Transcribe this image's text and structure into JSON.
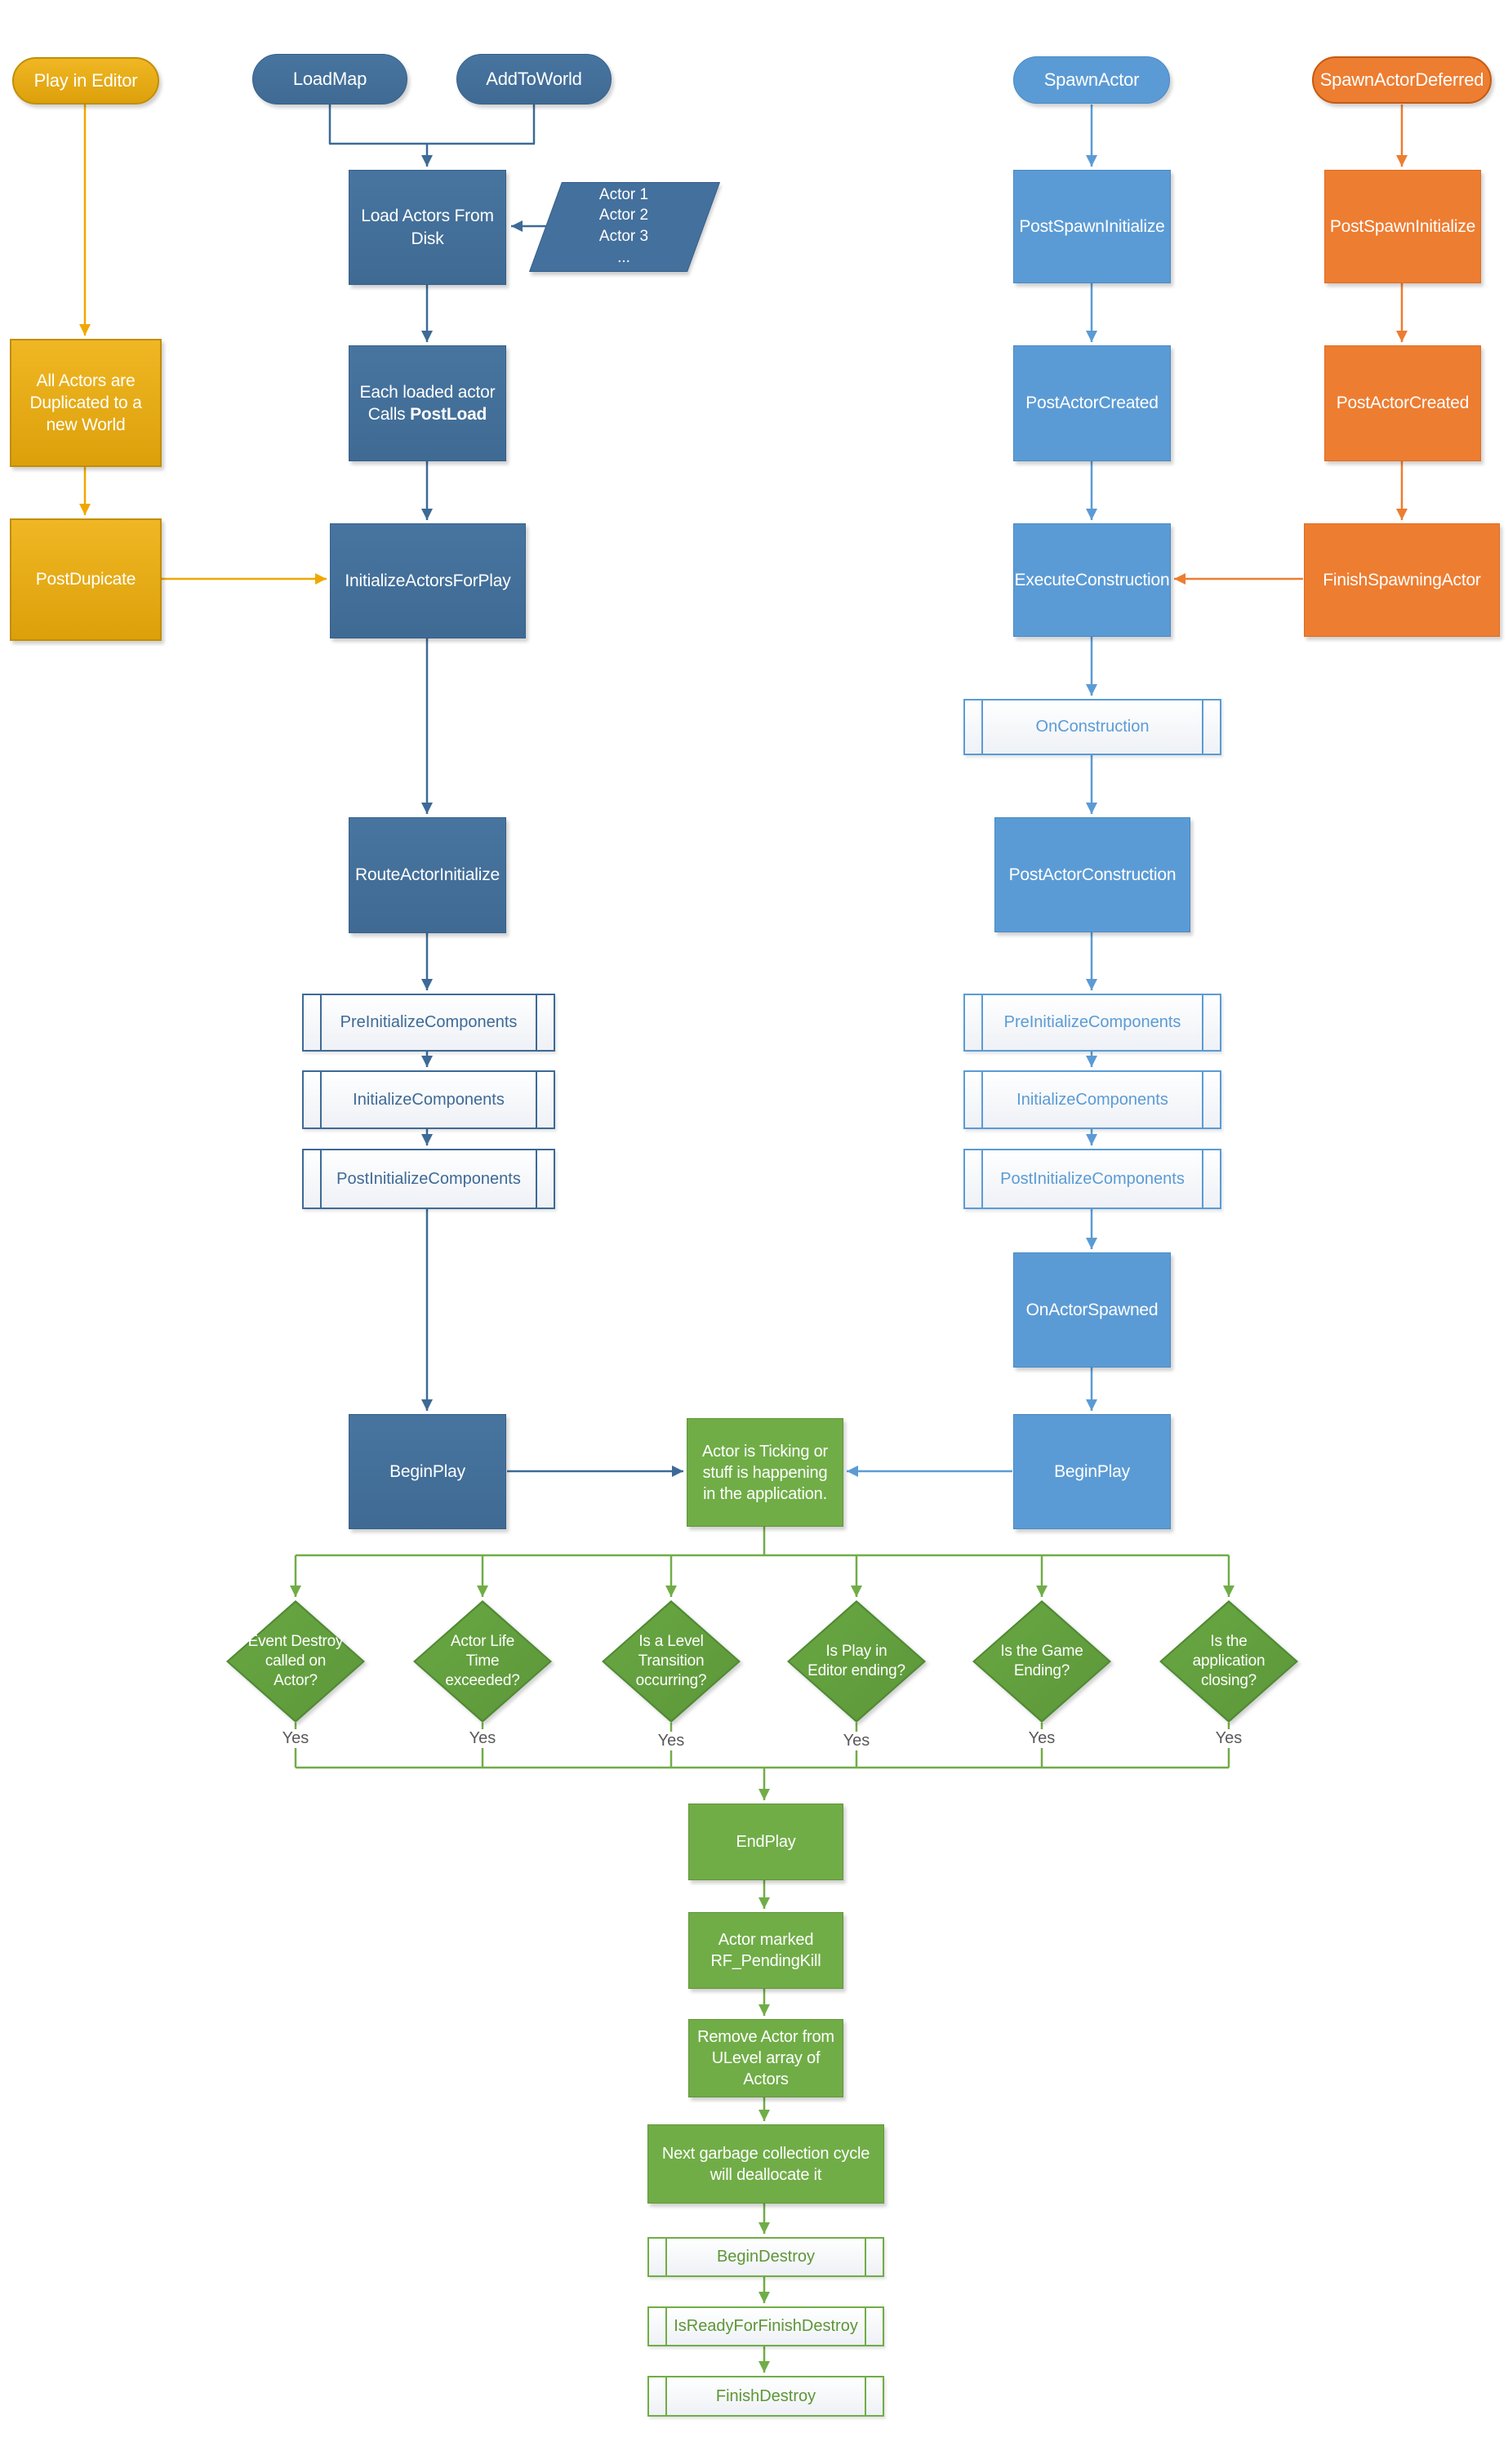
{
  "nodes": {
    "play_in_editor": "Play in Editor",
    "load_map": "LoadMap",
    "add_to_world": "AddToWorld",
    "spawn_actor": "SpawnActor",
    "spawn_actor_deferred": "SpawnActorDeferred",
    "load_actors_from_disk": "Load Actors From Disk",
    "actor_list": [
      "Actor 1",
      "Actor 2",
      "Actor 3",
      "..."
    ],
    "all_actors_duplicated": "All Actors are Duplicated to a new World",
    "post_dupicate": "PostDupicate",
    "each_loaded_actor_line1": "Each loaded actor",
    "each_loaded_actor_calls": "Calls ",
    "post_load": "PostLoad",
    "initialize_actors_for_play": "InitializeActorsForPlay",
    "route_actor_initialize": "RouteActorInitialize",
    "pre_initialize_components": "PreInitializeComponents",
    "initialize_components": "InitializeComponents",
    "post_initialize_components": "PostInitializeComponents",
    "begin_play": "BeginPlay",
    "post_spawn_initialize": "PostSpawnInitialize",
    "post_actor_created": "PostActorCreated",
    "execute_construction": "ExecuteConstruction",
    "finish_spawning_actor": "FinishSpawningActor",
    "on_construction": "OnConstruction",
    "post_actor_construction": "PostActorConstruction",
    "on_actor_spawned": "OnActorSpawned",
    "actor_ticking": "Actor is Ticking or stuff is happening in the application.",
    "end_play": "EndPlay",
    "actor_marked_pending_kill": "Actor marked RF_PendingKill",
    "remove_actor_from_ulevel": "Remove Actor from ULevel array of Actors",
    "next_garbage_collection": "Next garbage collection cycle will deallocate it",
    "begin_destroy": "BeginDestroy",
    "is_ready_for_finish_destroy": "IsReadyForFinishDestroy",
    "finish_destroy": "FinishDestroy"
  },
  "decisions": {
    "event_destroy": "Event Destroy called on Actor?",
    "actor_life_time": "Actor Life Time exceeded?",
    "level_transition": "Is a Level Transition occurring?",
    "play_in_editor_ending": "Is Play in Editor ending?",
    "game_ending": "Is the Game Ending?",
    "application_closing": "Is the application closing?"
  },
  "labels": {
    "yes": "Yes"
  },
  "colors": {
    "gold": "#E3A70E",
    "gold_connector": "#F0A800",
    "dark_blue": "#44709D",
    "dark_blue_connector": "#3D6A96",
    "light_blue": "#5B9BD5",
    "orange": "#ED7D31",
    "green": "#70AD47"
  }
}
